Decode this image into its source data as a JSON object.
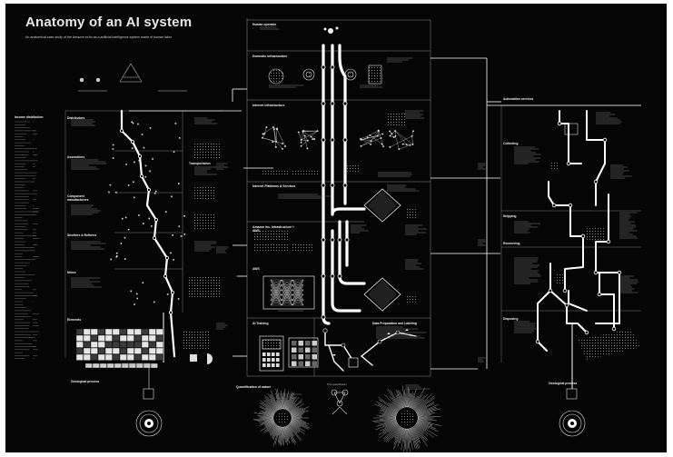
{
  "poster": {
    "title": "Anatomy of an AI system",
    "subtitle": "An anatomical case study of the Amazon echo as a artificial intelligence system made of human labor"
  },
  "left_column": {
    "income_distribution": "Income distribution",
    "distributors": "Distributors",
    "assemblers": "Assemblers",
    "component_manufacturers": "Component manufacturers",
    "smelters_refiners": "Smelters & Refiners",
    "mines": "Mines",
    "elements": "Elements",
    "transportation": "Transportation",
    "geological_process": "Geological process"
  },
  "center_column": {
    "human_operator": "Human operator",
    "domestic_infrastructure": "Domestic infrastructure",
    "internet_infrastructure": "Internet infrastructure",
    "internet_platforms": "Internet Platforms & Services",
    "amazon_web_services": "Amazon Inc. Infrastructure + AWS",
    "aws": "AWS",
    "ai_training": "AI Training",
    "data_prep": "Data Preparation and Labeling",
    "quantification": "Quantification of nature",
    "time_quantification": "Time quantification"
  },
  "right_column": {
    "automation_services": "Automation services",
    "collecting": "Collecting",
    "shipping": "Shipping",
    "recovering": "Recovering",
    "disposing": "Disposing",
    "geological_process": "Geological process"
  }
}
